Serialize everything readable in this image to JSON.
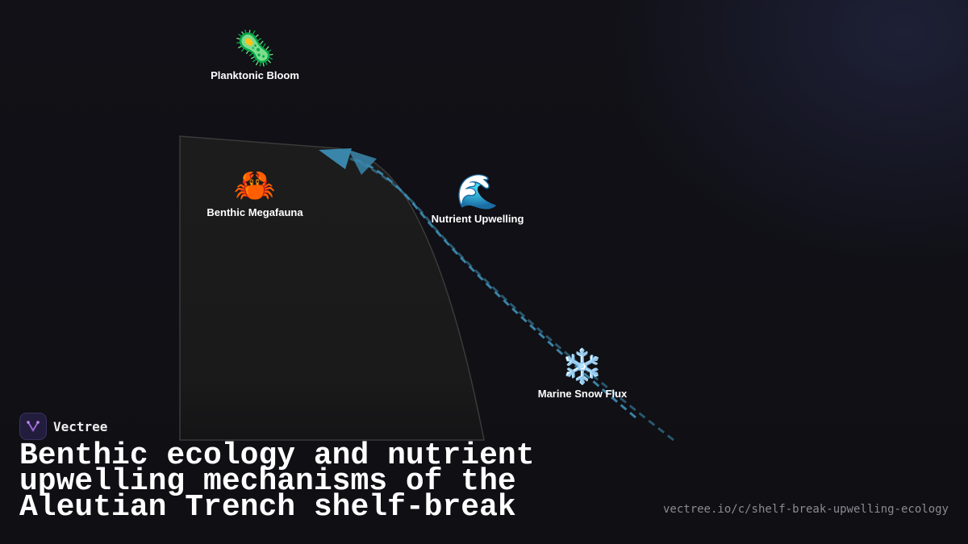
{
  "diagram": {
    "nodes": [
      {
        "id": "planktonic-bloom",
        "icon": "microbe-icon",
        "glyph": "🦠",
        "label": "Planktonic Bloom"
      },
      {
        "id": "benthic-megafauna",
        "icon": "crab-icon",
        "glyph": "🦀",
        "label": "Benthic Megafauna"
      },
      {
        "id": "nutrient-upwelling",
        "icon": "wave-icon",
        "glyph": "🌊",
        "label": "Nutrient Upwelling"
      },
      {
        "id": "marine-snow-flux",
        "icon": "snowflake-icon",
        "glyph": "❄️",
        "label": "Marine Snow Flux"
      }
    ],
    "colors": {
      "arrow": "#3f8fb5",
      "shelf_fill": "#1c1c1c",
      "shelf_stroke": "#3a3a3a"
    }
  },
  "brand": {
    "name": "Vectree",
    "icon": "vectree-logo-icon"
  },
  "title": "Benthic ecology and nutrient upwelling mechanisms of the Aleutian Trench shelf-break",
  "url": "vectree.io/c/shelf-break-upwelling-ecology"
}
